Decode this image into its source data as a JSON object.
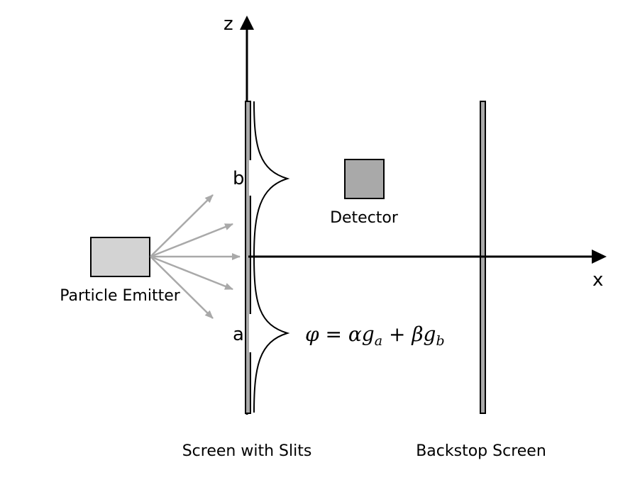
{
  "axes": {
    "x_label": "x",
    "z_label": "z"
  },
  "labels": {
    "emitter": "Particle Emitter",
    "detector": "Detector",
    "slit_screen": "Screen with Slits",
    "backstop": "Backstop Screen",
    "slit_a": "a",
    "slit_b": "b"
  },
  "equation": {
    "lhs": "φ",
    "equals": " = ",
    "alpha": "α",
    "g1": "g",
    "sub_a": "a",
    "plus": " + ",
    "beta": "β",
    "g2": "g",
    "sub_b": "b"
  },
  "colors": {
    "emitter_fill": "#d3d3d3",
    "detector_fill": "#a9a9a9",
    "rays": "#a9a9a9",
    "backstop_fill": "#a9a9a9",
    "axis": "#000000"
  }
}
